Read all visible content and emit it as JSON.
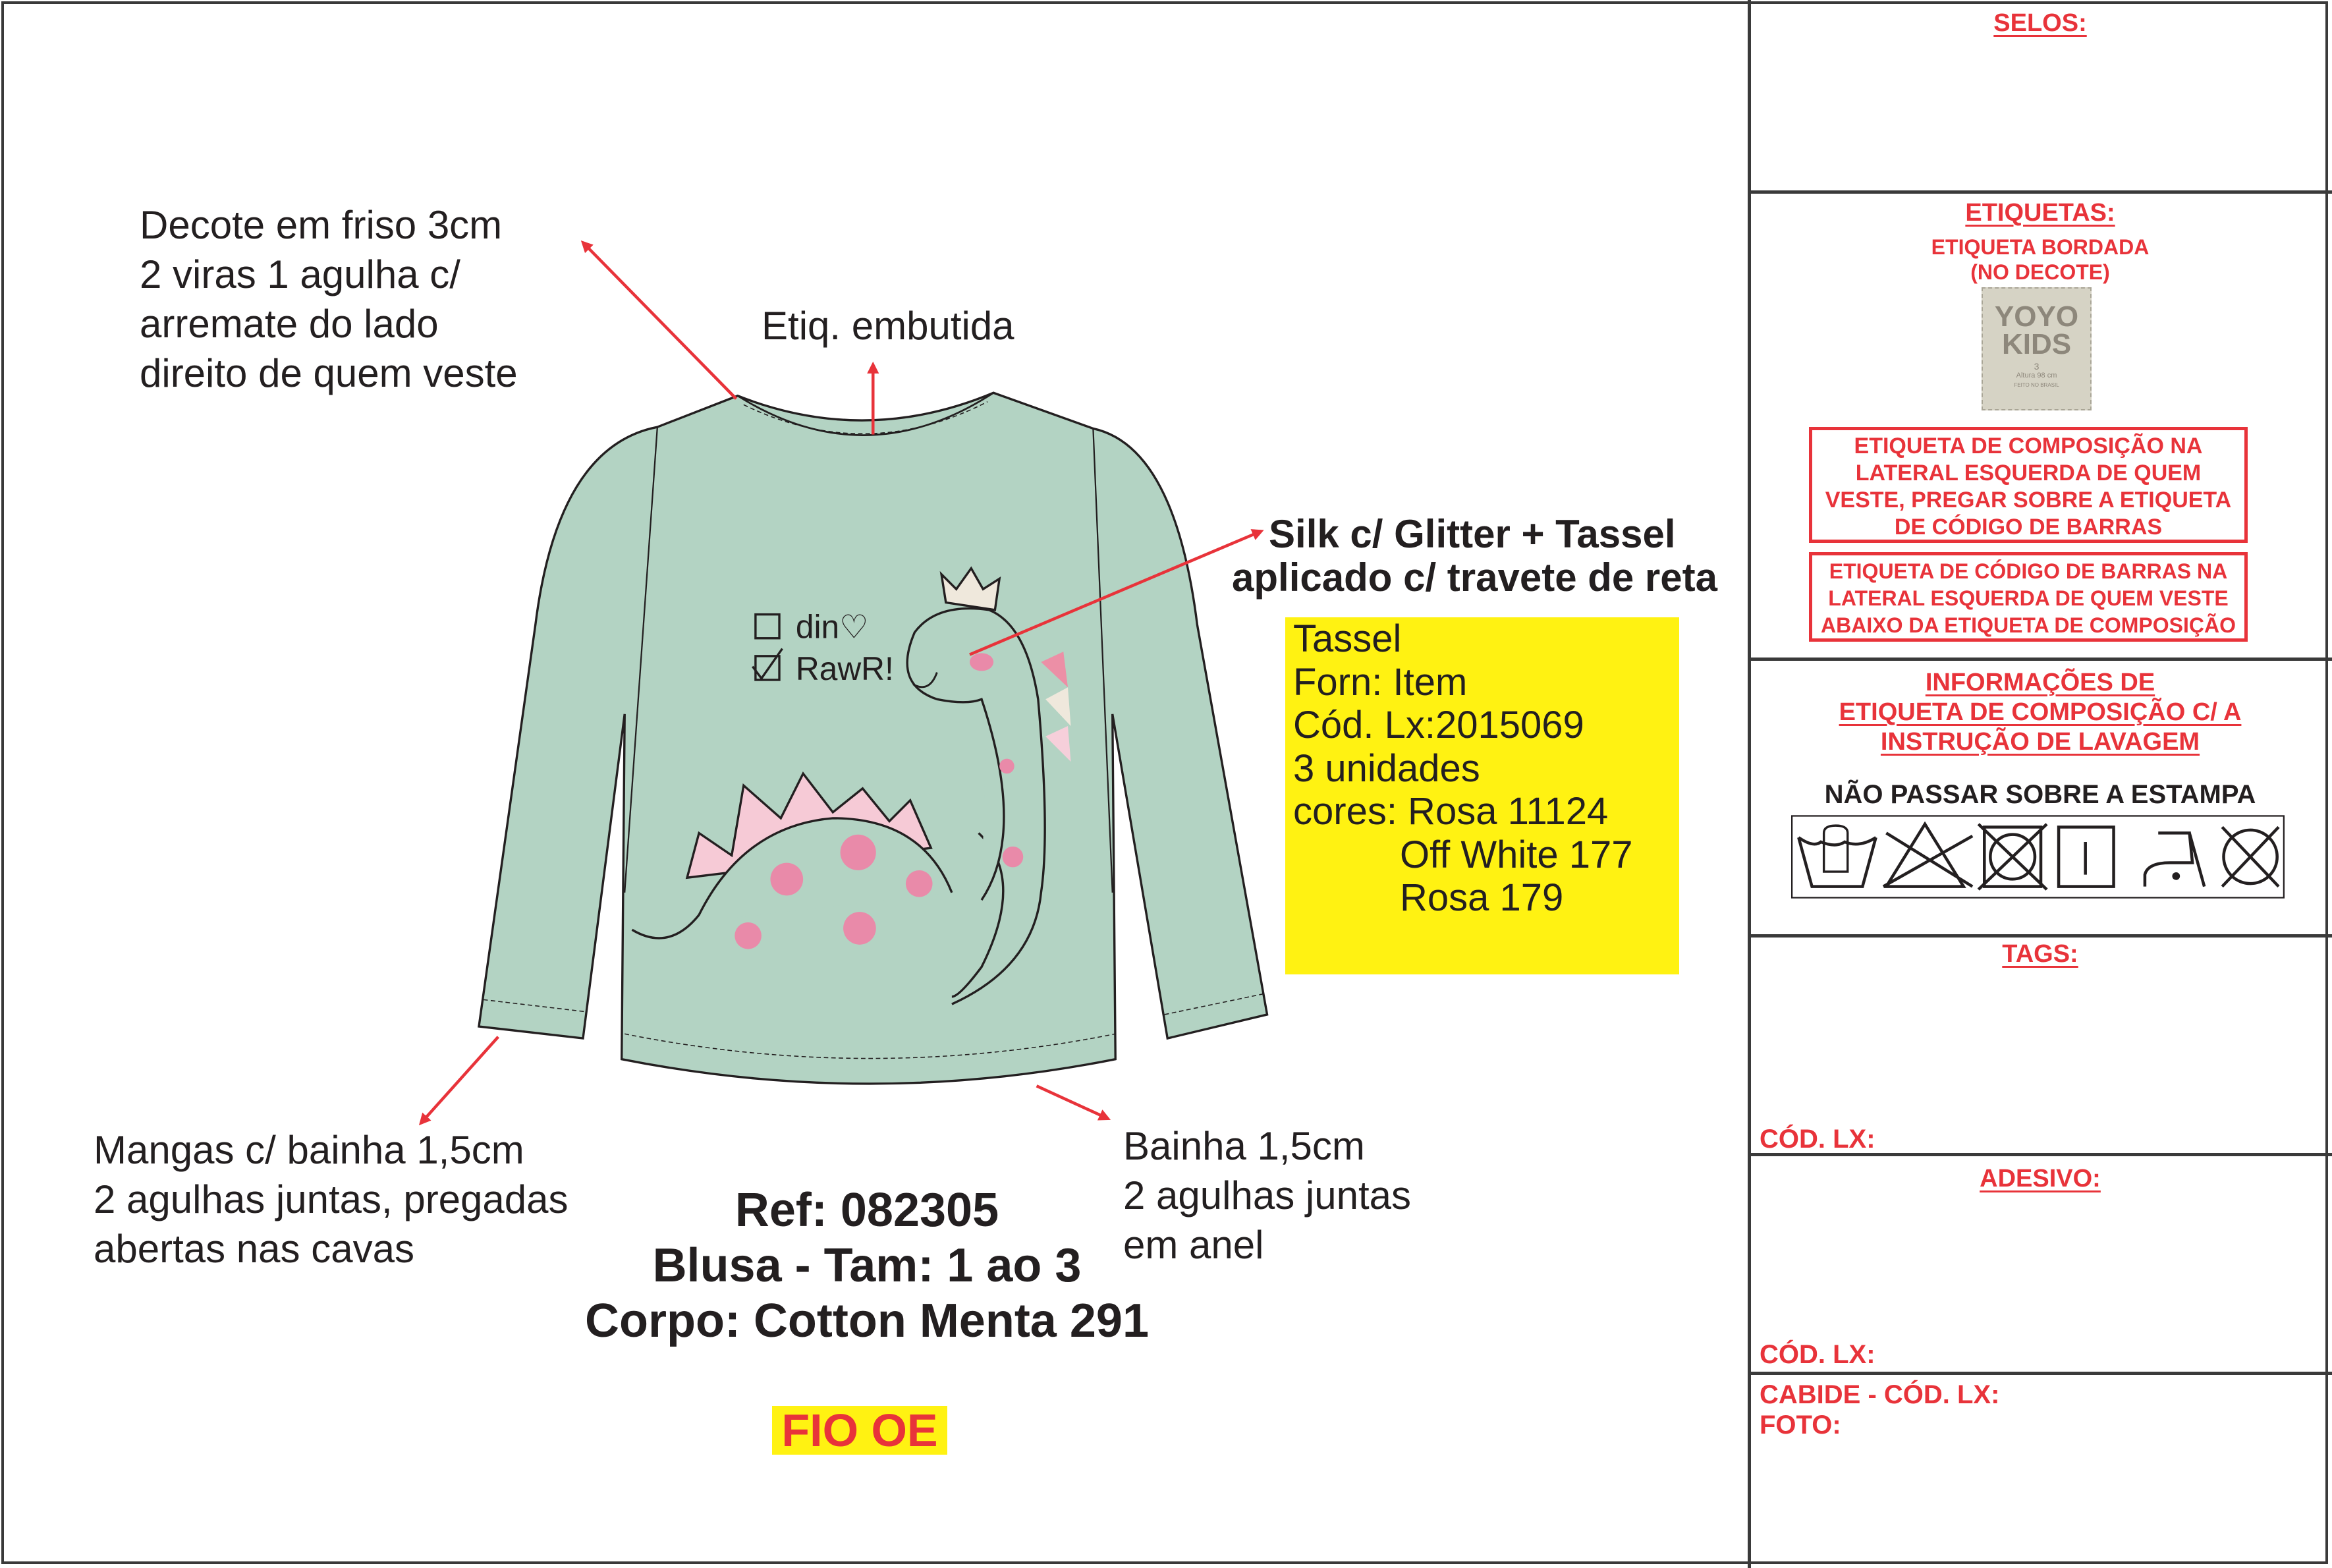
{
  "notes": {
    "neckline": [
      "Decote em friso 3cm",
      "2 viras 1 agulha c/",
      "arremate do lado",
      "direito de quem veste"
    ],
    "label_inside": "Etiq. embutida",
    "print": [
      "Silk c/ Glitter + Tassel",
      "aplicado c/ travete de reta"
    ],
    "sleeves": [
      "Mangas c/ bainha 1,5cm",
      "2 agulhas juntas, pregadas",
      "abertas nas cavas"
    ],
    "hem": [
      "Bainha 1,5cm",
      "2 agulhas juntas",
      "em anel"
    ]
  },
  "tassel_box": {
    "lines": [
      "Tassel",
      "Forn: Item",
      "Cód. Lx:2015069",
      "3 unidades",
      "cores: Rosa 11124"
    ],
    "extra_colors": [
      "Off White 177",
      "Rosa 179"
    ]
  },
  "artwork": {
    "line1": "din♡",
    "line2": "RawR!"
  },
  "product": {
    "ref": "Ref: 082305",
    "name": "Blusa - Tam: 1 ao 3",
    "body": "Corpo: Cotton Menta 291",
    "yarn": "FIO OE"
  },
  "panel": {
    "selos": "SELOS:",
    "etiquetas": "ETIQUETAS:",
    "bordada": [
      "ETIQUETA BORDADA",
      "(NO DECOTE)"
    ],
    "label_brand": [
      "YOYO",
      "KIDS"
    ],
    "label_size": "3",
    "label_height": "Altura 98 cm",
    "label_origin": "FEITO NO BRASIL",
    "composition_box": [
      "ETIQUETA DE COMPOSIÇÃO NA",
      "LATERAL ESQUERDA DE QUEM",
      "VESTE, PREGAR SOBRE A ETIQUETA",
      "DE CÓDIGO DE BARRAS"
    ],
    "barcode_box": [
      "ETIQUETA DE CÓDIGO DE BARRAS NA",
      "LATERAL ESQUERDA DE QUEM VESTE",
      "ABAIXO DA ETIQUETA DE COMPOSIÇÃO"
    ],
    "info_heading": [
      "INFORMAÇÕES DE",
      "ETIQUETA DE COMPOSIÇÃO C/ A ",
      "INSTRUÇÃO DE LAVAGEM"
    ],
    "no_iron": "NÃO PASSAR SOBRE A ESTAMPA",
    "care_icons": [
      "hand-wash-icon",
      "do-not-bleach-icon",
      "do-not-tumble-dry-icon",
      "line-dry-icon",
      "iron-low-icon",
      "do-not-dry-clean-icon"
    ],
    "tags": "TAGS:",
    "cod_lx_1": "CÓD. LX:",
    "adesivo": "ADESIVO:",
    "cod_lx_2": "CÓD. LX:",
    "cabide": "CABIDE - CÓD. LX:",
    "foto": "FOTO:"
  },
  "colors": {
    "red": "#e8333a",
    "yellow": "#fff212",
    "mint": "#b3d3c3",
    "pink": "#e98aa9"
  }
}
